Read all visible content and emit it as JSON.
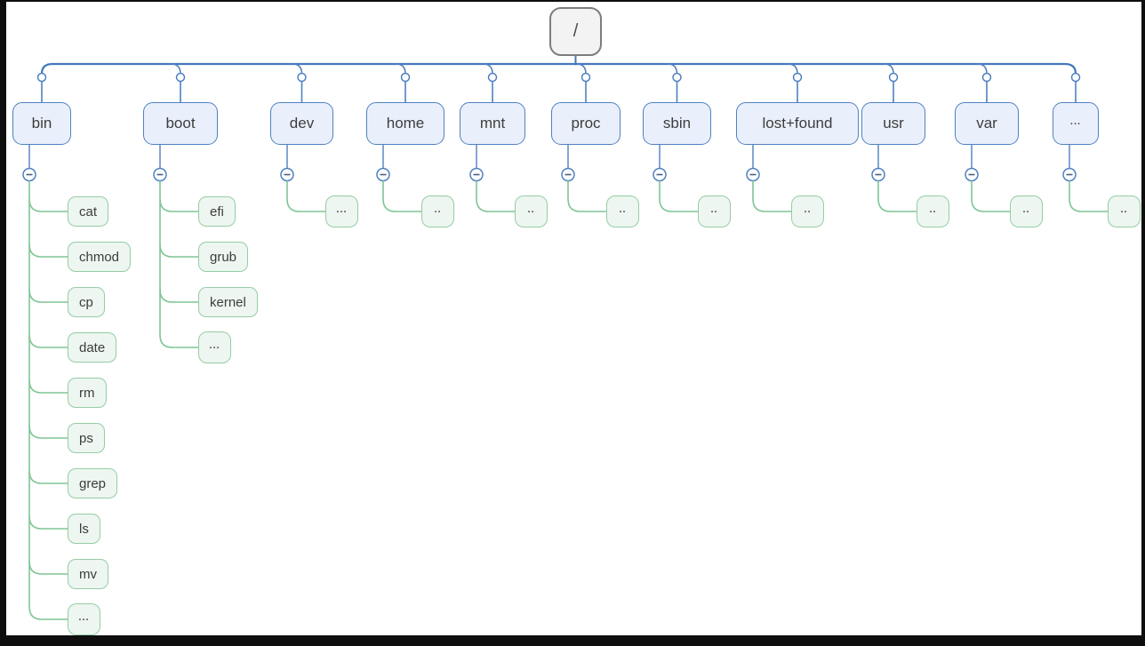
{
  "diagram": {
    "type": "filesystem-tree",
    "root": {
      "id": "root",
      "label": "/"
    },
    "nodes": [
      {
        "id": "bin",
        "label": "bin",
        "children": [
          {
            "label": "cat"
          },
          {
            "label": "chmod"
          },
          {
            "label": "cp"
          },
          {
            "label": "date"
          },
          {
            "label": "rm"
          },
          {
            "label": "ps"
          },
          {
            "label": "grep"
          },
          {
            "label": "ls"
          },
          {
            "label": "mv"
          },
          {
            "label": "..."
          }
        ]
      },
      {
        "id": "boot",
        "label": "boot",
        "children": [
          {
            "label": "efi"
          },
          {
            "label": "grub"
          },
          {
            "label": "kernel"
          },
          {
            "label": "..."
          }
        ]
      },
      {
        "id": "dev",
        "label": "dev",
        "children": [
          {
            "label": "..."
          }
        ]
      },
      {
        "id": "home",
        "label": "home",
        "children": [
          {
            "label": ".."
          }
        ]
      },
      {
        "id": "mnt",
        "label": "mnt",
        "children": [
          {
            "label": ".."
          }
        ]
      },
      {
        "id": "proc",
        "label": "proc",
        "children": [
          {
            "label": ".."
          }
        ]
      },
      {
        "id": "sbin",
        "label": "sbin",
        "children": [
          {
            "label": ".."
          }
        ]
      },
      {
        "id": "lost-found",
        "label": "lost+found",
        "children": [
          {
            "label": ".."
          }
        ]
      },
      {
        "id": "usr",
        "label": "usr",
        "children": [
          {
            "label": ".."
          }
        ]
      },
      {
        "id": "var",
        "label": "var",
        "children": [
          {
            "label": ".."
          }
        ]
      },
      {
        "id": "more",
        "label": "...",
        "children": [
          {
            "label": ".."
          }
        ]
      }
    ],
    "icons": {
      "collapse": "minus-icon",
      "branch_dot": "circle-connector"
    },
    "colors": {
      "rail_blue": "#4479bd",
      "node_blue_border": "#4f81c2",
      "node_blue_fill": "#e9f0fb",
      "green_line": "#7fc595",
      "green_border": "#96cda5",
      "green_fill": "#edf6f0",
      "root_border": "#7d7d7d",
      "root_fill": "#f3f3f3",
      "text": "#3d3d3d",
      "frame": "#0e0e0e"
    }
  }
}
